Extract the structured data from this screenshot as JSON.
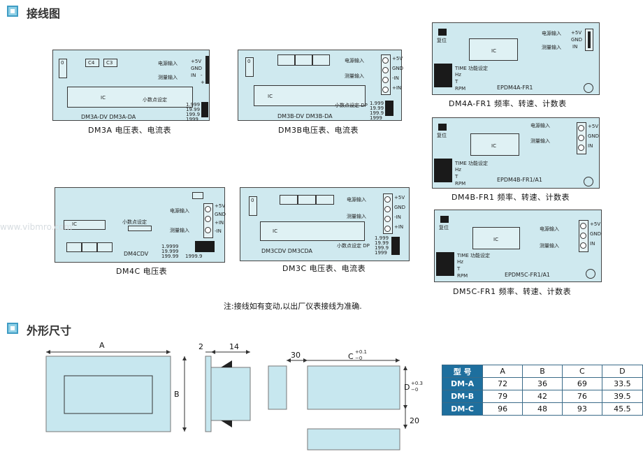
{
  "sections": {
    "wiring_title": "接线图",
    "dimensions_title": "外形尺寸"
  },
  "boards": {
    "dm3a": {
      "chips": [
        "C4",
        "C3"
      ],
      "label_zero": "0",
      "ic": "IC",
      "power_in": "电源输入",
      "measure_in": "测量输入",
      "pin_labels": [
        "+5V",
        "GND",
        "IN",
        "-",
        "+"
      ],
      "dp": "小数点设定",
      "ranges": [
        "1.999",
        "19.99",
        "199.9",
        "1999"
      ],
      "models": "DM3A-DV   DM3A-DA",
      "caption": "DM3A 电压表、电流表"
    },
    "dm3b": {
      "label_zero": "0",
      "ic": "IC",
      "power_in": "电源输入",
      "measure_in": "测量输入",
      "term_labels": [
        "+5V",
        "GND",
        "-IN",
        "+IN"
      ],
      "dp": "小数点设定 DP",
      "ranges": [
        "1.999",
        "19.99",
        "199.9",
        "1999"
      ],
      "models": "DM3B-DV   DM3B-DA",
      "caption": "DM3B电压表、电流表"
    },
    "dm4c": {
      "ic": "IC",
      "power_in": "电源输入",
      "measure_in": "测量输入",
      "dp": "小数点设定",
      "term_labels": [
        "+5V",
        "GND",
        "+IN",
        "-IN"
      ],
      "ranges": [
        "1.9999",
        "19.999",
        "199.99",
        "1999.9"
      ],
      "models": "DM4CDV",
      "caption": "DM4C 电压表"
    },
    "dm3c": {
      "label_zero": "0",
      "ic": "IC",
      "power_in": "电源输入",
      "measure_in": "测量输入",
      "term_labels": [
        "+5V",
        "GND",
        "-IN",
        "+IN"
      ],
      "dp": "小数点设定 DP",
      "ranges": [
        "1.999",
        "19.99",
        "199.9",
        "1999"
      ],
      "models": "DM3CDV  DM3CDA",
      "caption": "DM3C 电压表、电流表"
    },
    "dm4a": {
      "reset": "复位",
      "ic": "IC",
      "power_in": "电源输入",
      "measure_in": "测量输入",
      "pin_labels": [
        "+5V",
        "GND",
        "IN"
      ],
      "time": "TIME 功能设定",
      "modes": [
        "Hz",
        "T",
        "RPM"
      ],
      "models": "EPDM4A-FR1",
      "caption": "DM4A-FR1 频率、转速、计数表"
    },
    "dm4b": {
      "reset": "复位",
      "ic": "IC",
      "power_in": "电源输入",
      "measure_in": "测量输入",
      "term_labels": [
        "+5V",
        "GND",
        "IN"
      ],
      "time": "TIME 功能设定",
      "modes": [
        "Hz",
        "T",
        "RPM"
      ],
      "models": "EPDM4B-FR1/A1",
      "caption": "DM4B-FR1 频率、转速、计数表"
    },
    "dm5c": {
      "reset": "复位",
      "ic": "IC",
      "power_in": "电源输入",
      "measure_in": "测量输入",
      "term_labels": [
        "+5V",
        "GND",
        "IN"
      ],
      "time": "TIME 功能设定",
      "modes": [
        "Hz",
        "T",
        "RPM"
      ],
      "models": "EPDM5C-FR1/A1",
      "caption": "DM5C-FR1 频率、转速、计数表"
    }
  },
  "note": "注:接线如有变动,以出厂仪表接线为准确.",
  "watermark": "www.vibmro.com",
  "dimensions": {
    "a": "A",
    "b": "B",
    "c": "C",
    "c_tol_top": "+0.1",
    "c_tol_bot": "−0",
    "d": "D",
    "d_tol_top": "+0.3",
    "d_tol_bot": "−0",
    "two": "2",
    "fourteen": "14",
    "thirty": "30",
    "twenty": "20"
  },
  "spec_table": {
    "headers": [
      "型 号",
      "A",
      "B",
      "C",
      "D"
    ],
    "rows": [
      [
        "DM-A",
        "72",
        "36",
        "69",
        "33.5"
      ],
      [
        "DM-B",
        "79",
        "42",
        "76",
        "39.5"
      ],
      [
        "DM-C",
        "96",
        "48",
        "93",
        "45.5"
      ]
    ]
  }
}
